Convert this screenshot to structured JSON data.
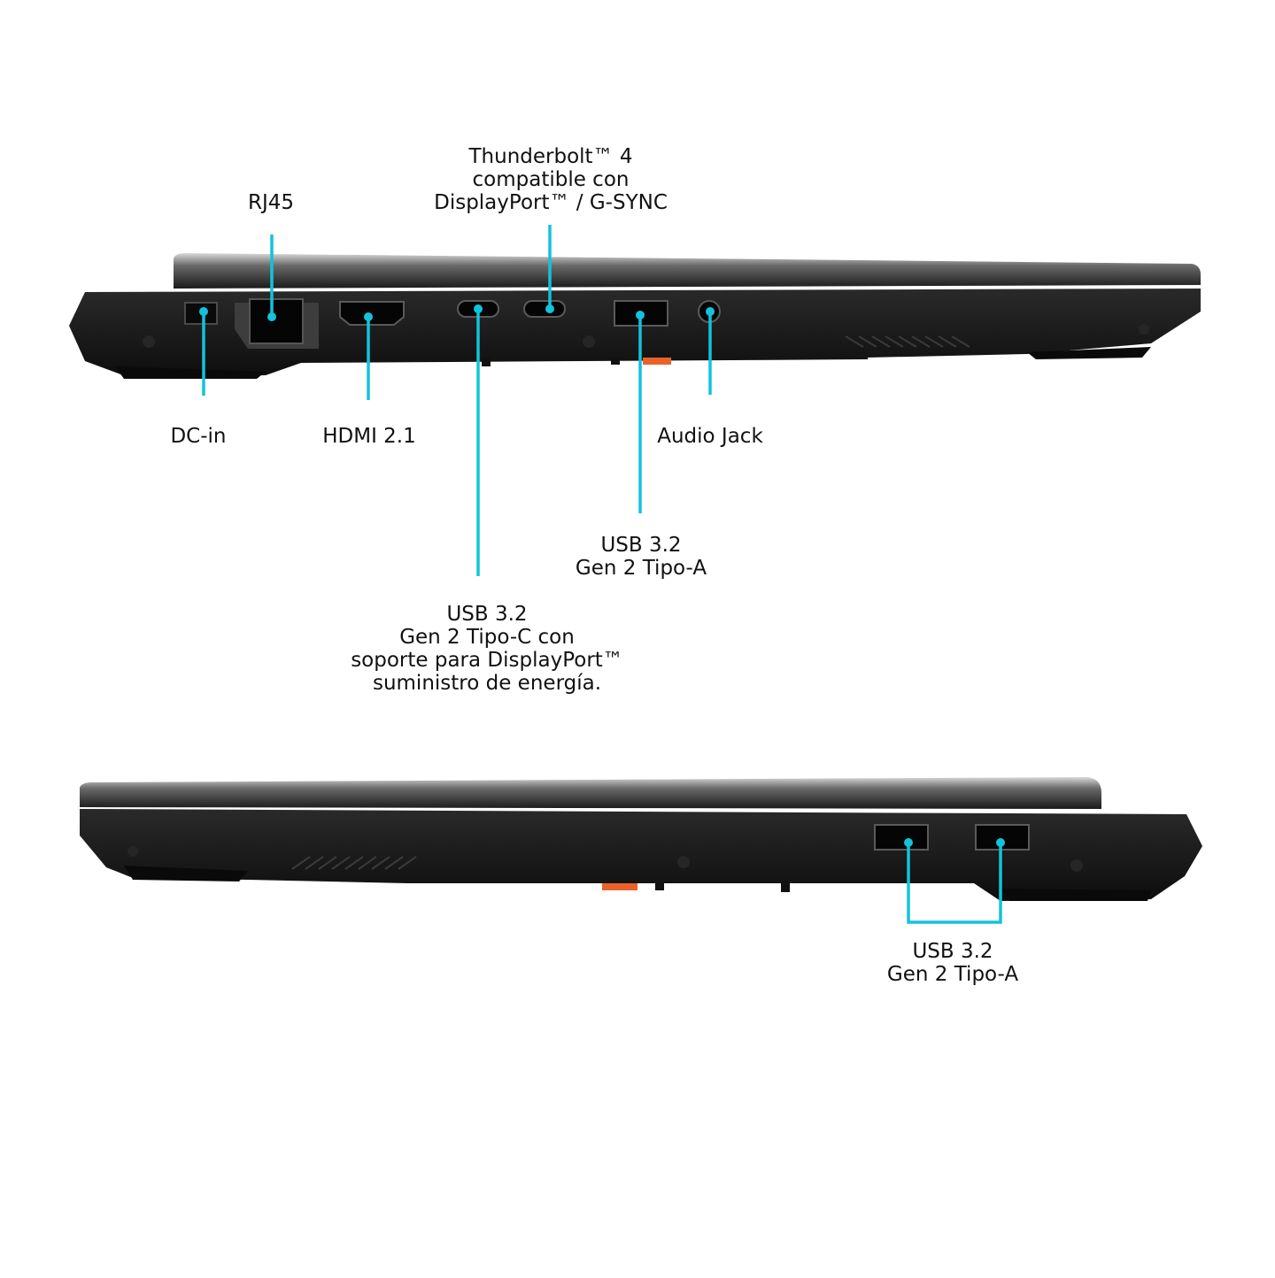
{
  "views": {
    "left_side": {
      "labels": {
        "rj45": "RJ45",
        "thunderbolt": [
          "Thunderbolt™ 4",
          "compatible con",
          "DisplayPort™ / G-SYNC"
        ],
        "dc_in": "DC-in",
        "hdmi": "HDMI 2.1",
        "audio_jack": "Audio Jack",
        "usb_a": [
          "USB 3.2",
          "Gen 2 Tipo-A"
        ],
        "usb_c": [
          "USB 3.2",
          "Gen 2 Tipo-C con",
          "soporte para DisplayPort™",
          "suministro de energía."
        ]
      }
    },
    "right_side": {
      "labels": {
        "usb_a": [
          "USB 3.2",
          "Gen 2 Tipo-A"
        ]
      }
    }
  },
  "colors": {
    "callout": "#12c3dc",
    "chassis": "#111111",
    "lid_highlight": "#c9c9c9",
    "accent_orange": "#e8622a"
  }
}
